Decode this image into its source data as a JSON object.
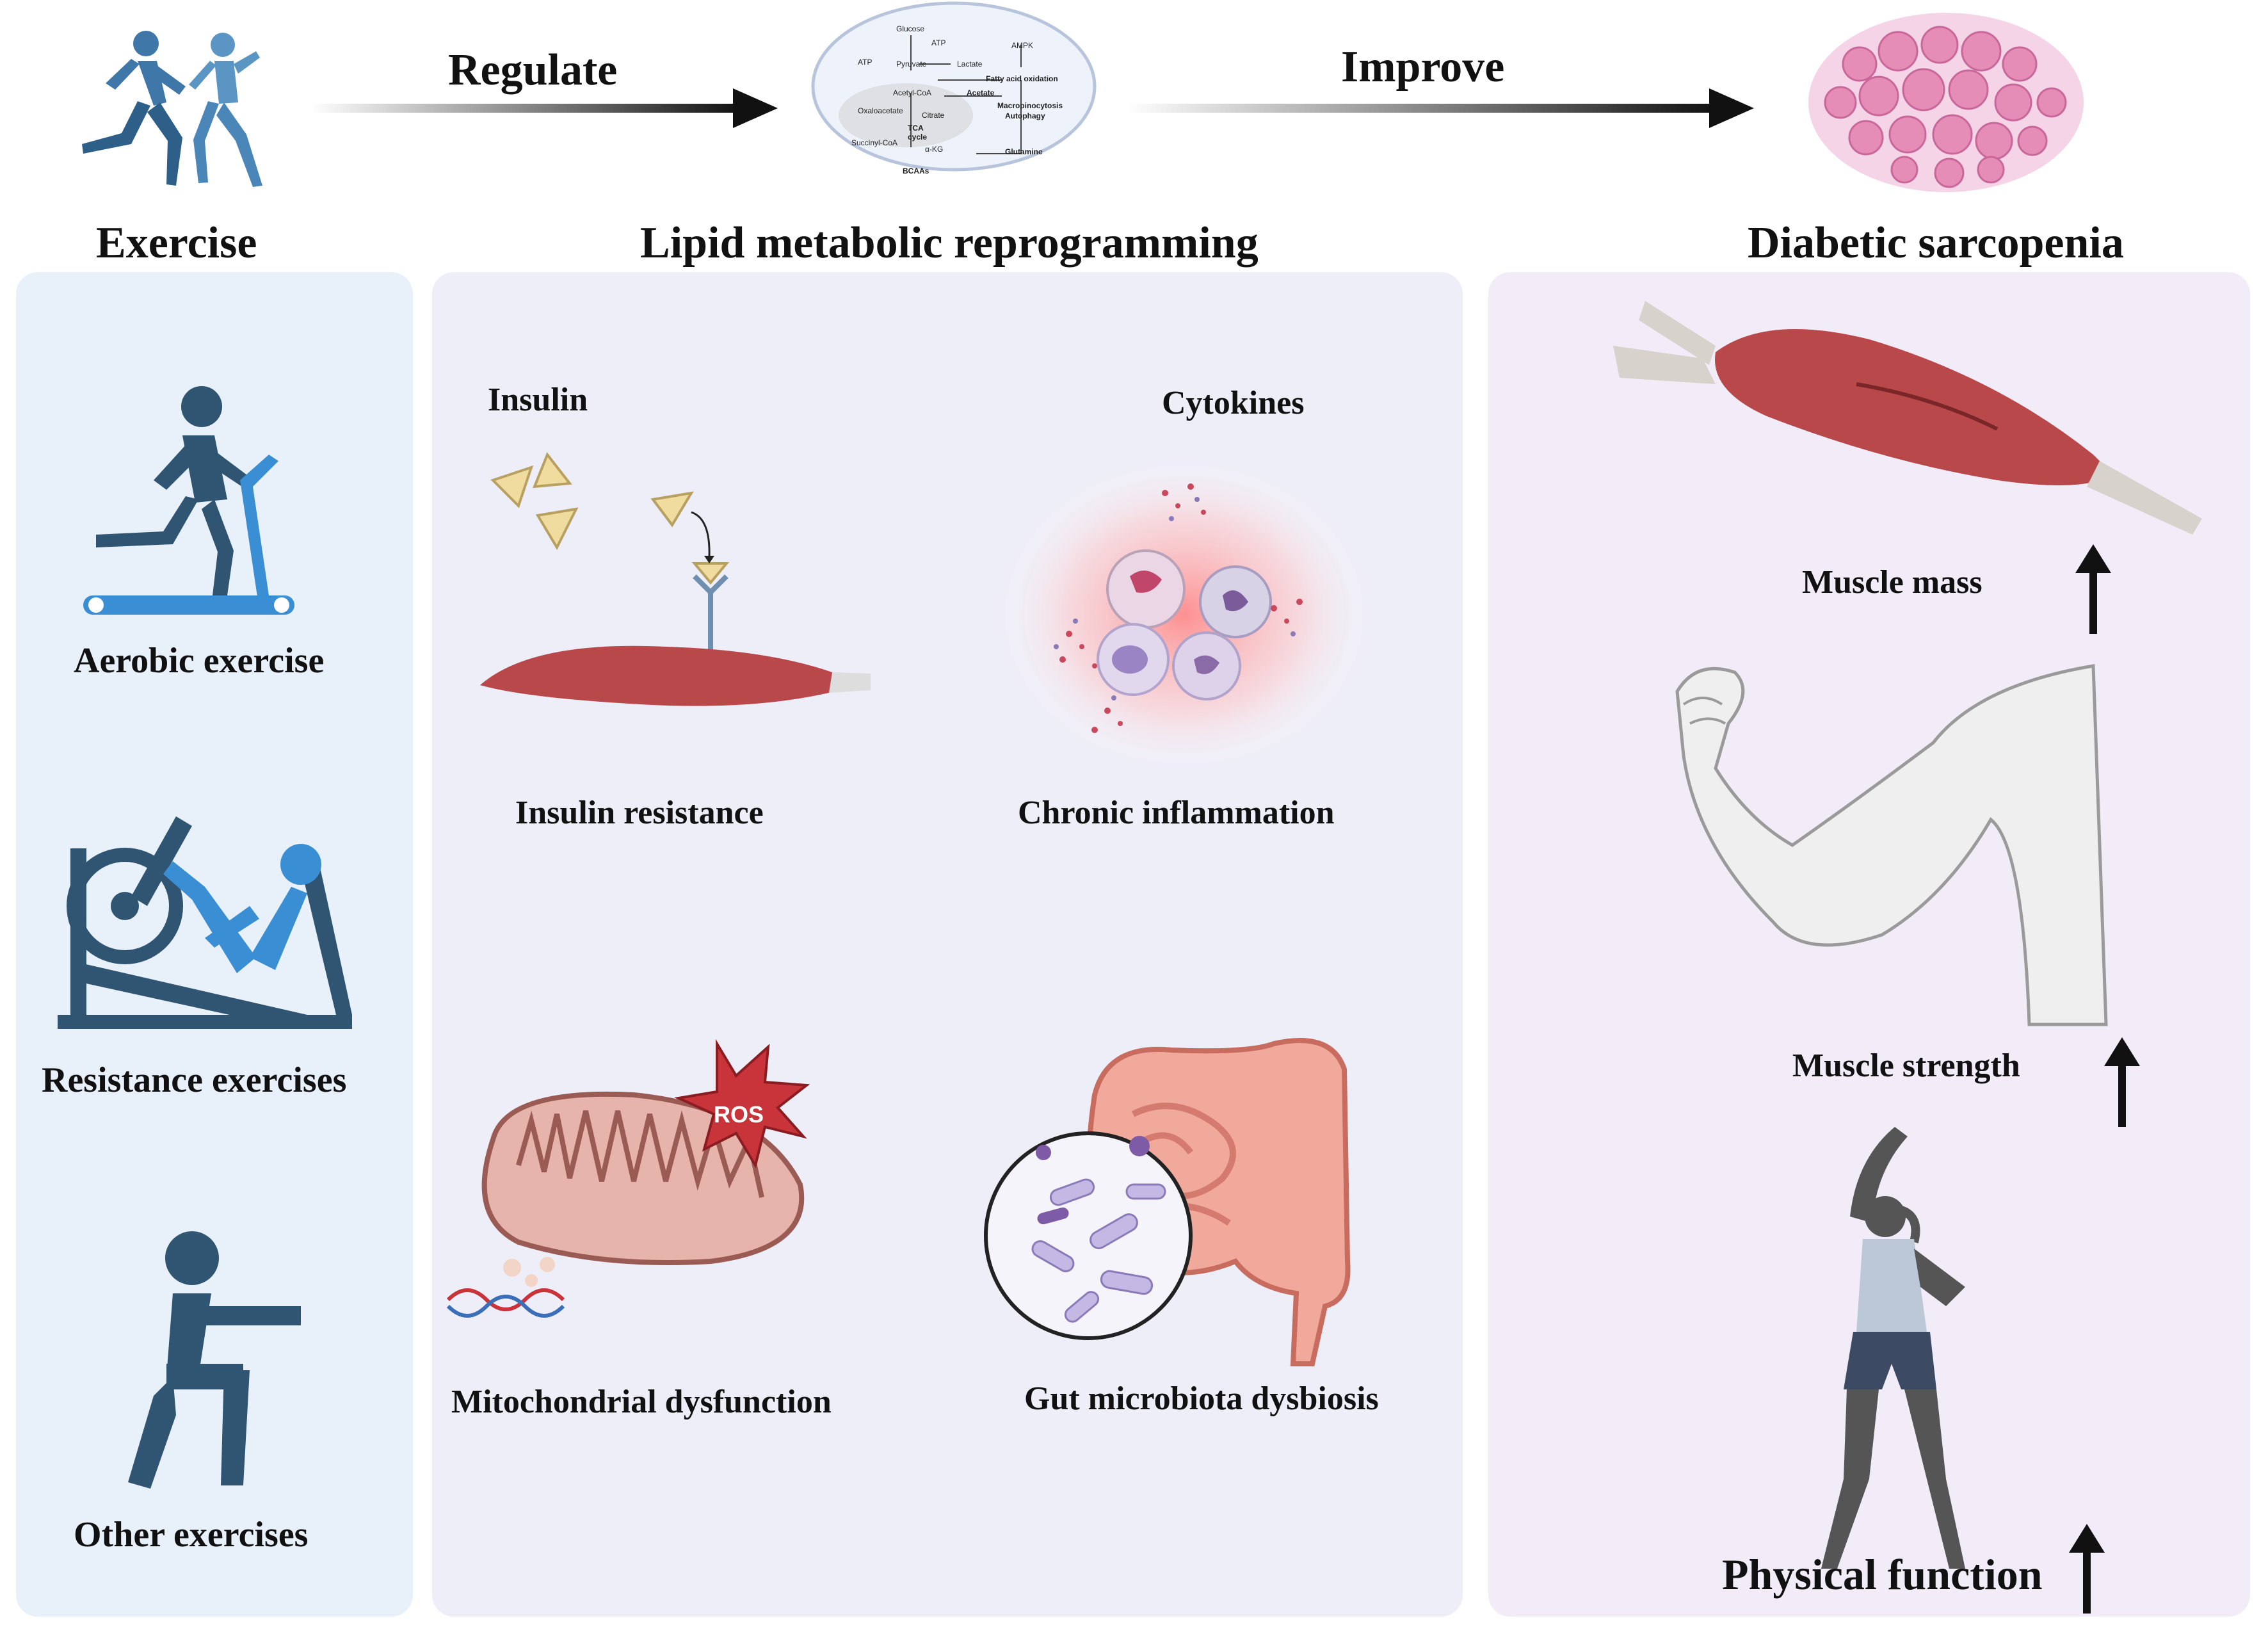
{
  "top": {
    "regulate_label": "Regulate",
    "improve_label": "Improve",
    "exercise_title": "Exercise",
    "lipid_title": "Lipid metabolic reprogramming",
    "sarcopenia_title": "Diabetic sarcopenia"
  },
  "metabolism_inset": {
    "labels": [
      "Glucose",
      "ATP",
      "AMPK",
      "ATP",
      "Pyruvate",
      "Lactate",
      "Fatty acid oxidation",
      "Acetyl-CoA",
      "Acetate",
      "Macropinocytosis",
      "Autophagy",
      "Oxaloacetate",
      "Citrate",
      "TCA cycle",
      "Succinyl-CoA",
      "α-KG",
      "Glutamine",
      "BCAAs"
    ]
  },
  "exercise_panel": {
    "items": [
      {
        "label": "Aerobic exercise",
        "icon": "treadmill-runner-icon"
      },
      {
        "label": "Resistance exercises",
        "icon": "leg-press-icon"
      },
      {
        "label": "Other exercises",
        "icon": "squat-figure-icon"
      }
    ]
  },
  "lipid_panel": {
    "insulin_label": "Insulin",
    "insulin_resistance": "Insulin resistance",
    "cytokines_label": "Cytokines",
    "chronic_inflammation": "Chronic inflammation",
    "ros_label": "ROS",
    "mitochondrial_dysfunction": "Mitochondrial dysfunction",
    "gut_dysbiosis": "Gut microbiota dysbiosis"
  },
  "sarcopenia_panel": {
    "muscle_mass": "Muscle mass",
    "muscle_strength": "Muscle strength",
    "physical_function": "Physical function"
  },
  "colors": {
    "exercise_panel_bg": "#e8f0fa",
    "lipid_panel_bg": "#eeeef8",
    "sarcopenia_panel_bg": "#f2ecf8",
    "icon_blue_dark": "#2f5572",
    "icon_blue_light": "#3a8fd4",
    "muscle_red": "#b8484a",
    "arrow_black": "#111111"
  }
}
